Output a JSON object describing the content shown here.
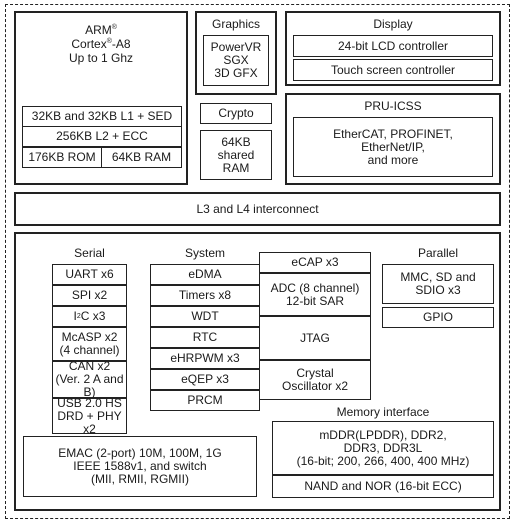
{
  "cpu": {
    "brand": "ARM",
    "reg_mark": "®",
    "model_pre": "Cortex",
    "model_post": "-A8",
    "speed": "Up to 1 Ghz",
    "l1": "32KB and 32KB L1 + SED",
    "l2": "256KB L2 + ECC",
    "rom": "176KB ROM",
    "ram": "64KB RAM"
  },
  "graphics": {
    "title": "Graphics",
    "block": "PowerVR\nSGX\n3D GFX"
  },
  "crypto": {
    "label": "Crypto"
  },
  "shared_ram": {
    "label": "64KB\nshared\nRAM"
  },
  "display": {
    "title": "Display",
    "items": [
      "24-bit LCD controller",
      "Touch screen controller"
    ]
  },
  "pru": {
    "title": "PRU-ICSS",
    "block": "EtherCAT, PROFINET,\nEtherNet/IP,\nand more"
  },
  "interconnect": {
    "label": "L3 and L4 interconnect"
  },
  "serial": {
    "title": "Serial",
    "uart": "UART x6",
    "spi": "SPI x2",
    "i2c_base": "I",
    "i2c_sup": "2",
    "i2c_rest": "C x3",
    "mcasp": "McASP x2\n(4 channel)",
    "can": "CAN x2\n(Ver. 2 A and B)",
    "usb": "USB 2.0 HS\nDRD + PHY x2"
  },
  "system": {
    "title": "System",
    "items": [
      "eDMA",
      "Timers x8",
      "WDT",
      "RTC",
      "eHRPWM x3",
      "eQEP x3",
      "PRCM"
    ],
    "ecap": "eCAP x3",
    "adc": "ADC (8 channel)\n12-bit SAR",
    "jtag": "JTAG",
    "osc": "Crystal\nOscillator x2"
  },
  "parallel": {
    "title": "Parallel",
    "mmc": "MMC, SD and\nSDIO x3",
    "gpio": "GPIO"
  },
  "emac": {
    "label": "EMAC (2-port) 10M, 100M, 1G\nIEEE 1588v1, and switch\n(MII, RMII, RGMII)"
  },
  "memory": {
    "title": "Memory interface",
    "ddr": "mDDR(LPDDR), DDR2,\nDDR3, DDR3L\n(16-bit; 200, 266, 400, 400 MHz)",
    "nand": "NAND and NOR (16-bit ECC)"
  }
}
